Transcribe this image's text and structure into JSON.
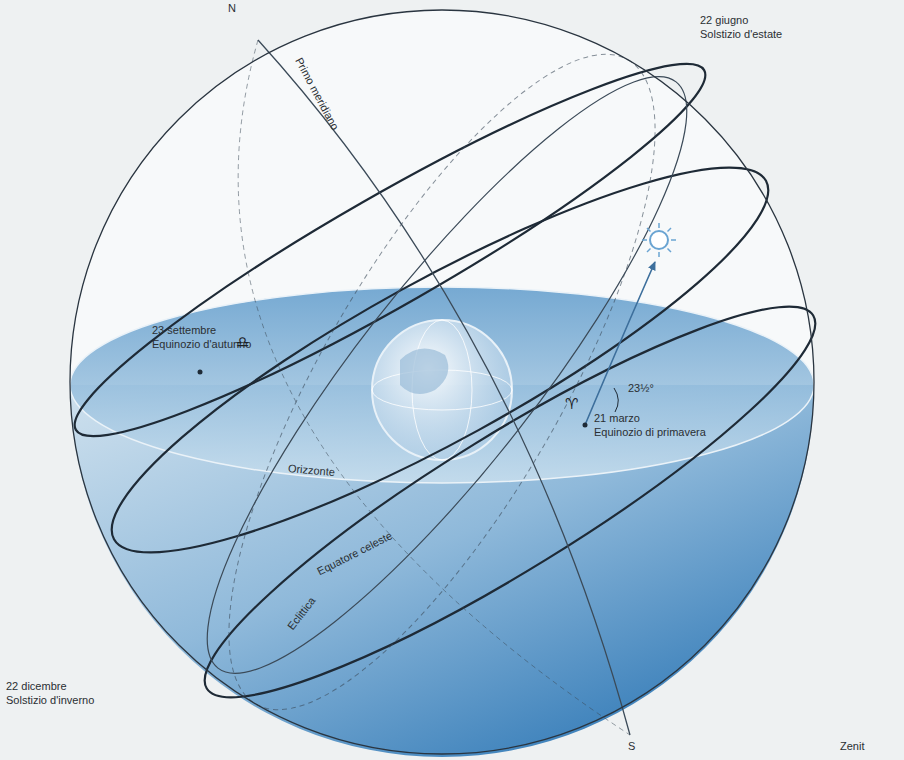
{
  "diagram": {
    "labels": [
      "N",
      "Primo meridiano",
      "22 giugno",
      "Solstizio d'estate",
      "23 settembre",
      "Equinozio d'autunno",
      "♎",
      "23½°",
      "♈",
      "21 marzo",
      "Equinozio di primavera",
      "Orizzonte",
      "Equatore celeste",
      "Eclittica",
      "22 dicembre",
      "Solstizio d'inverno",
      "S",
      "Zenit"
    ]
  }
}
